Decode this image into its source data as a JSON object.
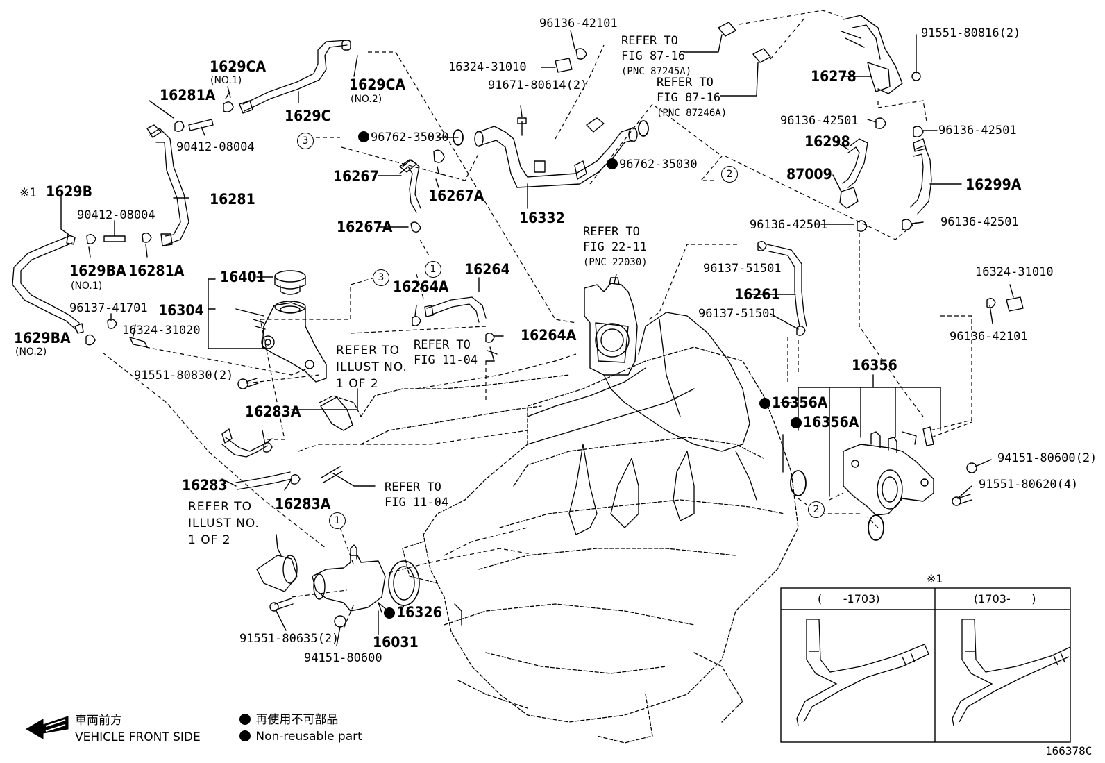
{
  "figure_id": "166378C",
  "callouts": {
    "p1629CA_1": "1629CA",
    "p1629CA_1_sub": "(NO.1)",
    "p1629CA_2": "1629CA",
    "p1629CA_2_sub": "(NO.2)",
    "p1629C": "1629C",
    "p16281A_top": "16281A",
    "p90412_top": "90412-08004",
    "p16281": "16281",
    "p1629B_mark": "※1",
    "p1629B": "1629B",
    "p90412_mid": "90412-08004",
    "p1629BA_1": "1629BA",
    "p1629BA_1_sub": "(NO.1)",
    "p16281A_bot": "16281A",
    "p96137_41701": "96137-41701",
    "p16324_31020": "16324-31020",
    "p1629BA_2": "1629BA",
    "p1629BA_2_sub": "(NO.2)",
    "p16401": "16401",
    "p16304": "16304",
    "p91551_80830": "91551-80830(2)",
    "p16283A_top": "16283A",
    "p16283": "16283",
    "p16283A_bot": "16283A",
    "p96762_left": "96762-35030",
    "p16267": "16267",
    "p16267A_r": "16267A",
    "p16267A_l": "16267A",
    "p16264A_l": "16264A",
    "p16264": "16264",
    "p16264A_r": "16264A",
    "p96136_42101_top": "96136-42101",
    "p16324_31010_top": "16324-31010",
    "p91671_80614": "91671-80614(2)",
    "p96762_right": "96762-35030",
    "p16332": "16332",
    "p16326": "16326",
    "p16031": "16031",
    "p91551_80635": "91551-80635(2)",
    "p94151_80600_bot": "94151-80600",
    "p91551_80816": "91551-80816(2)",
    "p16278": "16278",
    "p96136_42501_a": "96136-42501",
    "p96136_42501_b": "96136-42501",
    "p16298": "16298",
    "p87009": "87009",
    "p16299A": "16299A",
    "p96136_42501_c": "96136-42501",
    "p96136_42501_d": "96136-42501",
    "p96137_51501_a": "96137-51501",
    "p16261": "16261",
    "p96137_51501_b": "96137-51501",
    "p16324_31010_right": "16324-31010",
    "p96136_42101_right": "96136-42101",
    "p16356": "16356",
    "p16356A_a": "16356A",
    "p16356A_b": "16356A",
    "p94151_80600_r": "94151-80600(2)",
    "p91551_80620": "91551-80620(4)"
  },
  "refs": {
    "fig87_16_a": [
      "REFER TO",
      "FIG 87-16",
      "(PNC 87245A)"
    ],
    "fig87_16_b": [
      "REFER TO",
      "FIG 87-16",
      "(PNC 87246A)"
    ],
    "fig22_11": [
      "REFER TO",
      "FIG 22-11",
      "(PNC 22030)"
    ],
    "fig11_04_a": [
      "REFER TO",
      "FIG 11-04"
    ],
    "fig11_04_b": [
      "REFER TO",
      "FIG 11-04"
    ],
    "illust_a": [
      "REFER TO",
      "ILLUST NO.",
      "1 OF 2"
    ],
    "illust_b": [
      "REFER TO",
      "ILLUST NO.",
      "1 OF 2"
    ]
  },
  "circled_numbers": {
    "c1a": "1",
    "c1b": "1",
    "c2a": "2",
    "c2b": "2",
    "c3a": "3",
    "c3b": "3"
  },
  "inset": {
    "mark": "※1",
    "col_left": "(      -1703)",
    "col_right": "(1703-      )"
  },
  "legend": {
    "front_jp": "車両前方",
    "front_en": "VEHICLE FRONT SIDE",
    "nonreuse_jp": "再使用不可部品",
    "nonreuse_en": "Non-reusable part"
  }
}
